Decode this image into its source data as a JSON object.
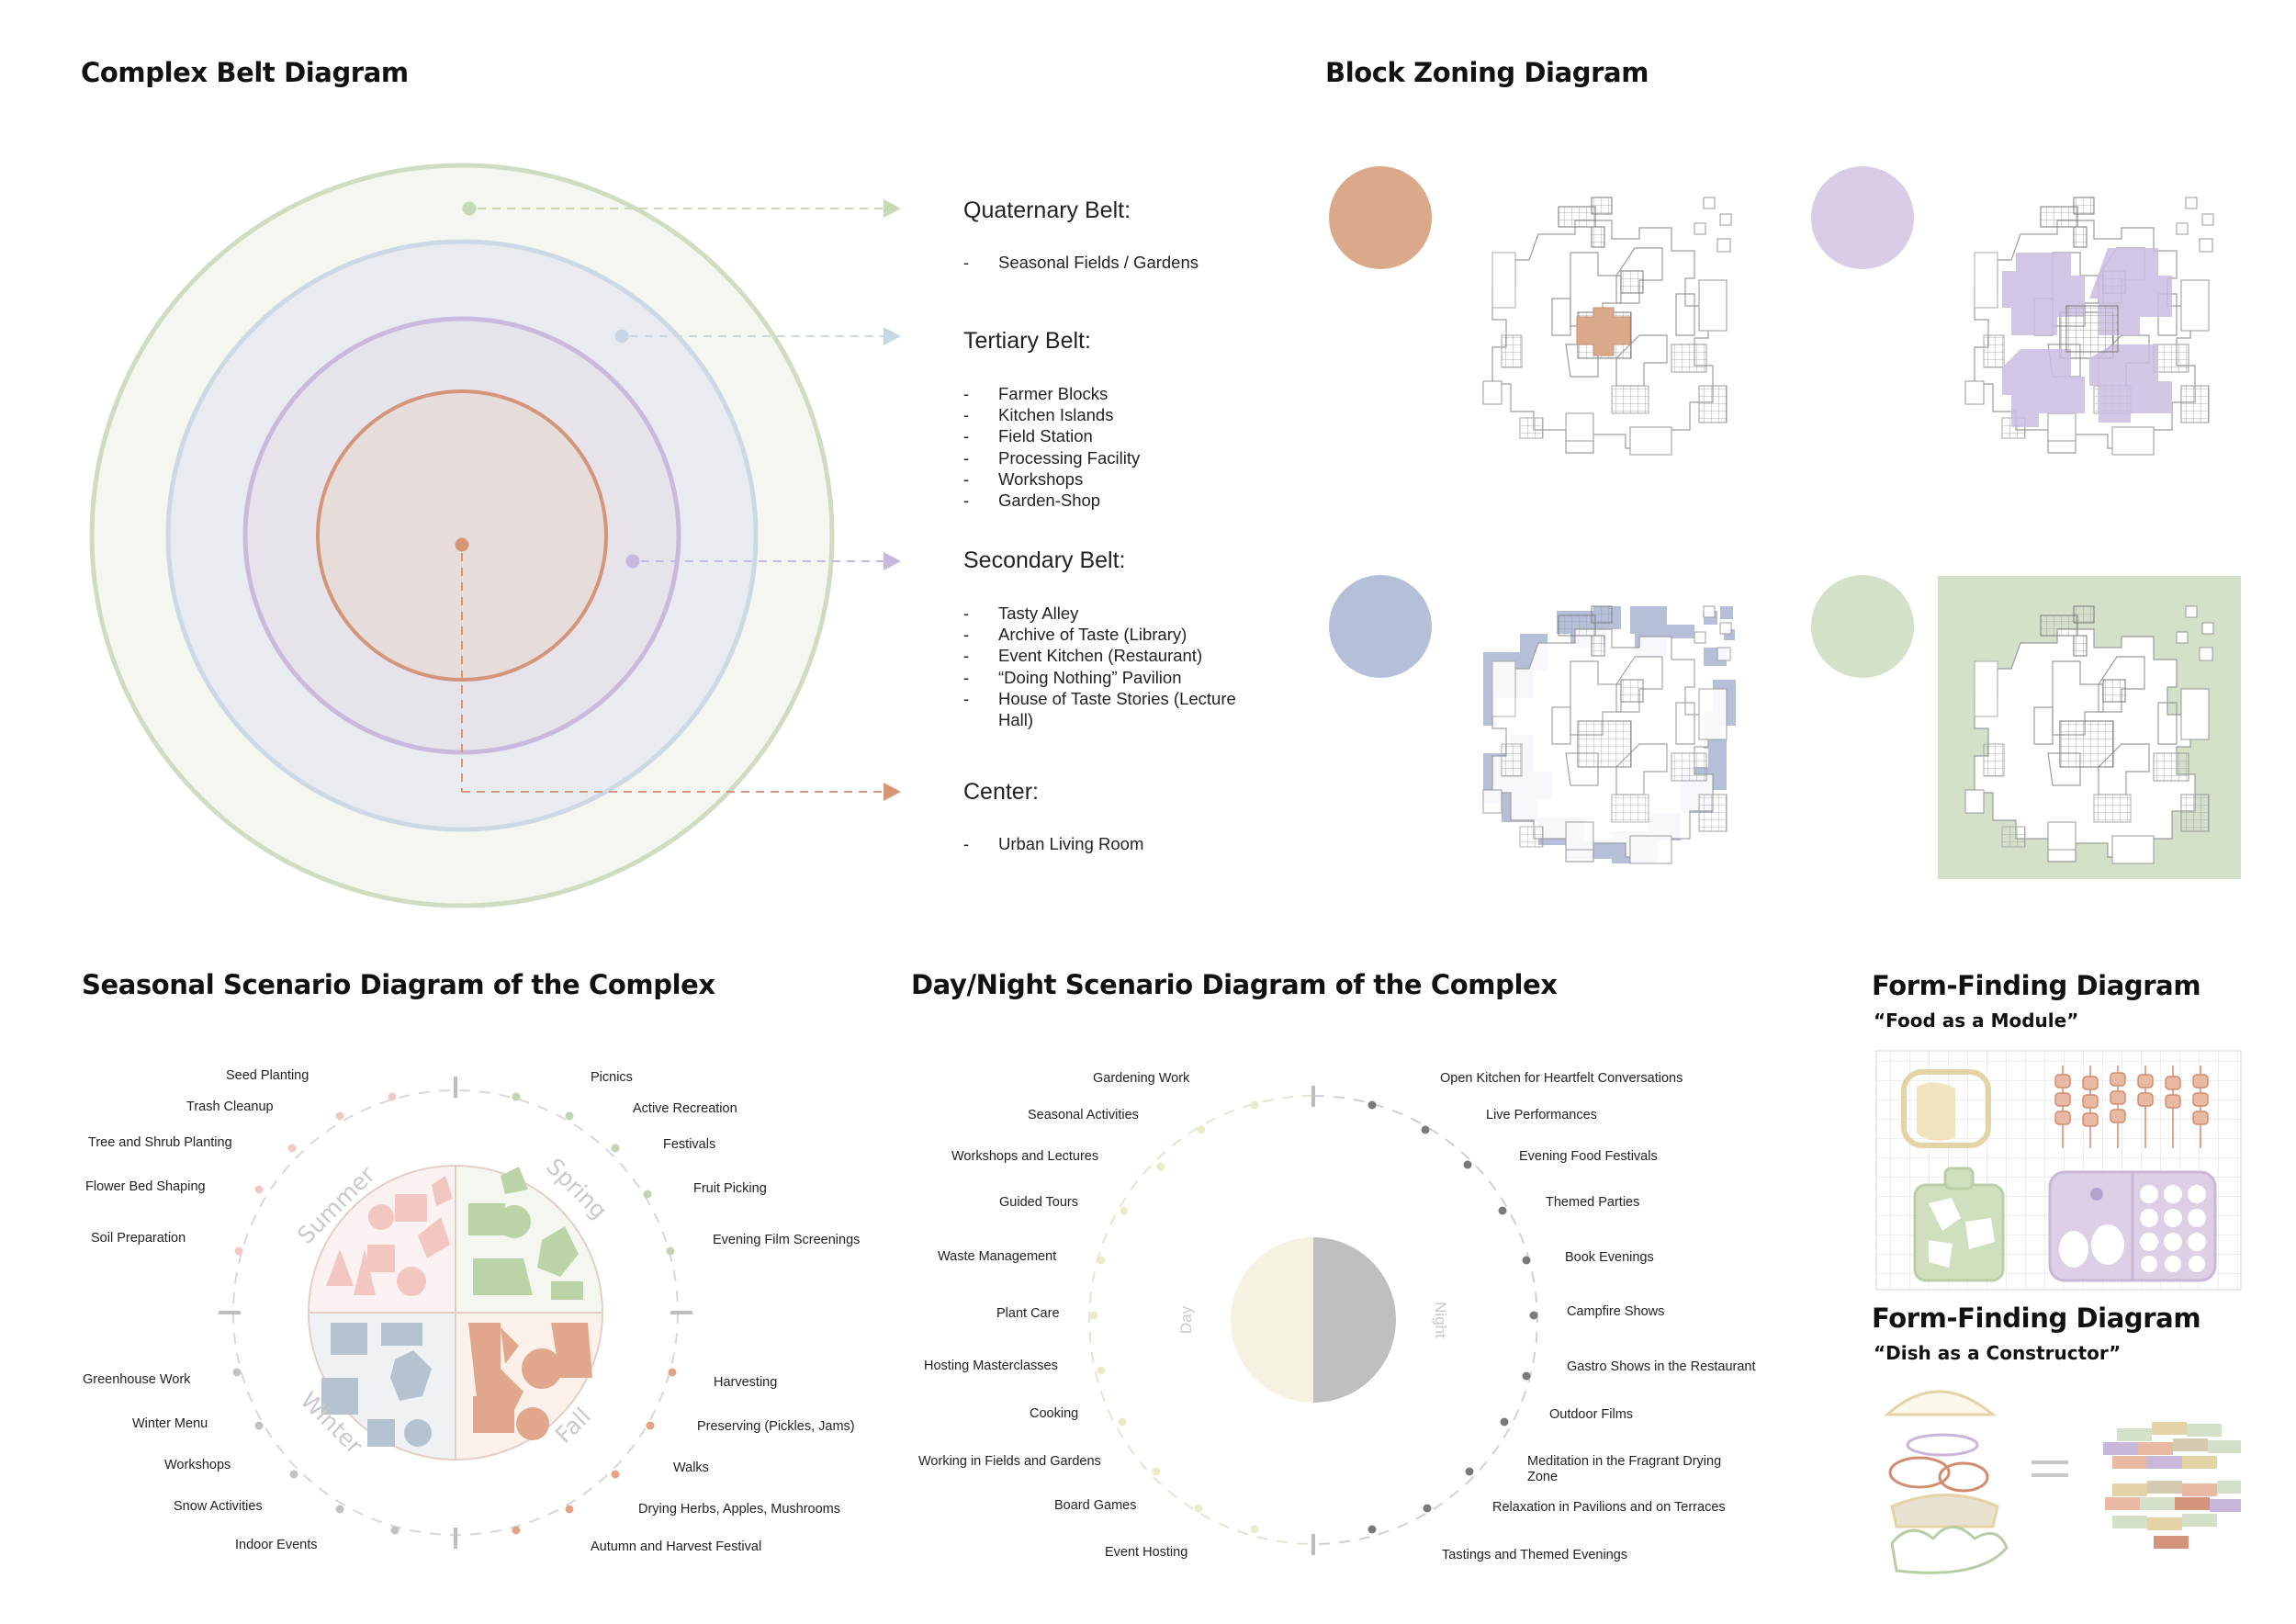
{
  "belt_diagram": {
    "title": "Complex Belt Diagram",
    "belts": [
      {
        "title": "Quaternary Belt:",
        "items": [
          "Seasonal Fields / Gardens"
        ],
        "color": "#c7d9b6"
      },
      {
        "title": "Tertiary Belt:",
        "items": [
          "Farmer Blocks",
          "Kitchen Islands",
          "Field Station",
          "Processing Facility",
          "Workshops",
          "Garden-Shop"
        ],
        "color": "#c9d6e3"
      },
      {
        "title": "Secondary Belt:",
        "items": [
          "Tasty Alley",
          "Archive of Taste (Library)",
          "Event Kitchen (Restaurant)",
          "“Doing Nothing” Pavilion",
          "House of Taste Stories (Lecture Hall)"
        ],
        "color": "#c8b9dc"
      },
      {
        "title": "Center:",
        "items": [
          "Urban Living Room"
        ],
        "color": "#d99677"
      }
    ]
  },
  "block_zoning": {
    "title": "Block Zoning Diagram",
    "swatches": [
      "#d9a98a",
      "#d8cce6",
      "#b5c0d8",
      "#d5e0c9"
    ]
  },
  "seasonal": {
    "title": "Seasonal Scenario Diagram of the Complex",
    "seasons": [
      "Summer",
      "Spring",
      "Fall",
      "Winter"
    ],
    "left_labels": [
      "Seed Planting",
      "Trash Cleanup",
      "Tree and Shrub Planting",
      "Flower Bed Shaping",
      "Soil Preparation",
      "Greenhouse Work",
      "Winter Menu",
      "Workshops",
      "Snow Activities",
      "Indoor Events"
    ],
    "right_labels": [
      "Picnics",
      "Active Recreation",
      "Festivals",
      "Fruit Picking",
      "Evening Film Screenings",
      "Harvesting",
      "Preserving (Pickles, Jams)",
      "Walks",
      "Drying Herbs, Apples, Mushrooms",
      "Autumn and Harvest Festival"
    ]
  },
  "daynight": {
    "title": "Day/Night Scenario Diagram of the Complex",
    "day_label": "Day",
    "night_label": "Night",
    "left_labels": [
      "Gardening Work",
      "Seasonal Activities",
      "Workshops and Lectures",
      "Guided Tours",
      "Waste Management",
      "Plant Care",
      "Hosting Masterclasses",
      "Cooking",
      "Working in Fields and Gardens",
      "Board Games",
      "Event Hosting"
    ],
    "right_labels": [
      "Open Kitchen for Heartfelt Conversations",
      "Live Performances",
      "Evening Food Festivals",
      "Themed Parties",
      "Book Evenings",
      "Campfire Shows",
      "Gastro Shows in the Restaurant",
      "Outdoor Films",
      "Meditation in the Fragrant Drying Zone",
      "Relaxation in Pavilions and on Terraces",
      "Tastings and Themed Evenings"
    ]
  },
  "form_finding": [
    {
      "title": "Form-Finding Diagram",
      "subtitle": "“Food as a Module”"
    },
    {
      "title": "Form-Finding Diagram",
      "subtitle": "“Dish as a Constructor”"
    }
  ]
}
